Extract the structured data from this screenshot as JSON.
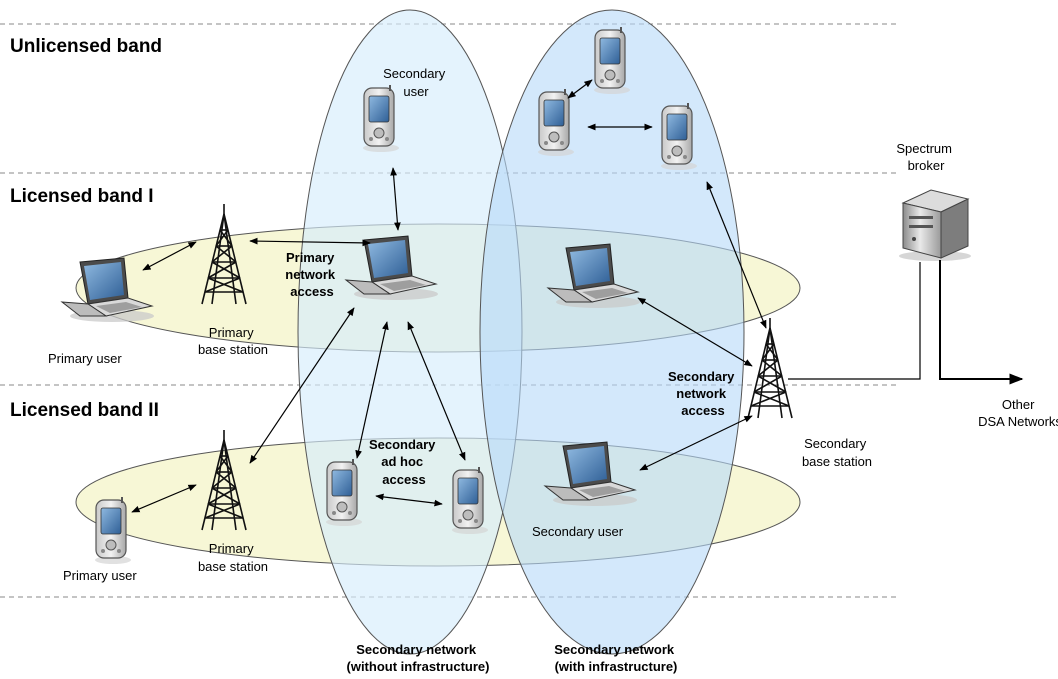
{
  "bands": {
    "unlicensed": "Unlicensed band",
    "licensed1": "Licensed band I",
    "licensed2": "Licensed band II"
  },
  "labels": {
    "secondary_user_top": [
      "Secondary",
      "user"
    ],
    "spectrum_broker": [
      "Spectrum",
      "broker"
    ],
    "primary_user_1": "Primary user",
    "primary_bs_1": [
      "Primary",
      "base station"
    ],
    "primary_network_access": [
      "Primary",
      "network",
      "access"
    ],
    "secondary_network_access": [
      "Secondary",
      "network",
      "access"
    ],
    "secondary_bs": [
      "Secondary",
      "base station"
    ],
    "other_dsa": [
      "Other",
      "DSA Networks"
    ],
    "secondary_adhoc_access": [
      "Secondary",
      "ad hoc",
      "access"
    ],
    "secondary_user_bottom": "Secondary user",
    "primary_user_2": "Primary user",
    "primary_bs_2": [
      "Primary",
      "base station"
    ],
    "net_without_infra": [
      "Secondary network",
      "(without infrastructure)"
    ],
    "net_with_infra": [
      "Secondary network",
      "(with infrastructure)"
    ]
  },
  "colors": {
    "band_ellipse": "#f7f7d6",
    "net_without_infra": "#e1f1fd",
    "net_with_infra": "#c9e3fb",
    "separator": "#8a8a8a"
  }
}
